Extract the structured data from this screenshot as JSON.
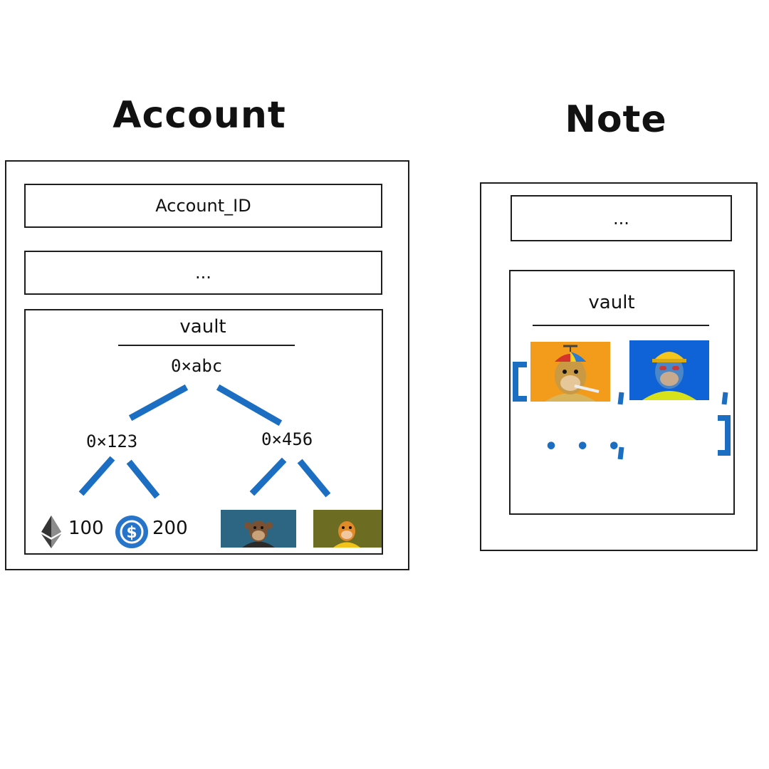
{
  "account": {
    "title": "Account",
    "id_label": "Account_ID",
    "ellipsis": "...",
    "vault": {
      "label": "vault",
      "root": "0×abc",
      "left": "0×123",
      "right": "0×456",
      "eth_amount": "100",
      "usdc_amount": "200"
    }
  },
  "note": {
    "title": "Note",
    "ellipsis": "...",
    "vault": {
      "label": "vault",
      "list_ellipsis": "• • •"
    }
  },
  "colors": {
    "accent": "#1b6ec2",
    "stroke": "#1e1e1e"
  },
  "icons": [
    "ethereum-icon",
    "usdc-icon"
  ]
}
